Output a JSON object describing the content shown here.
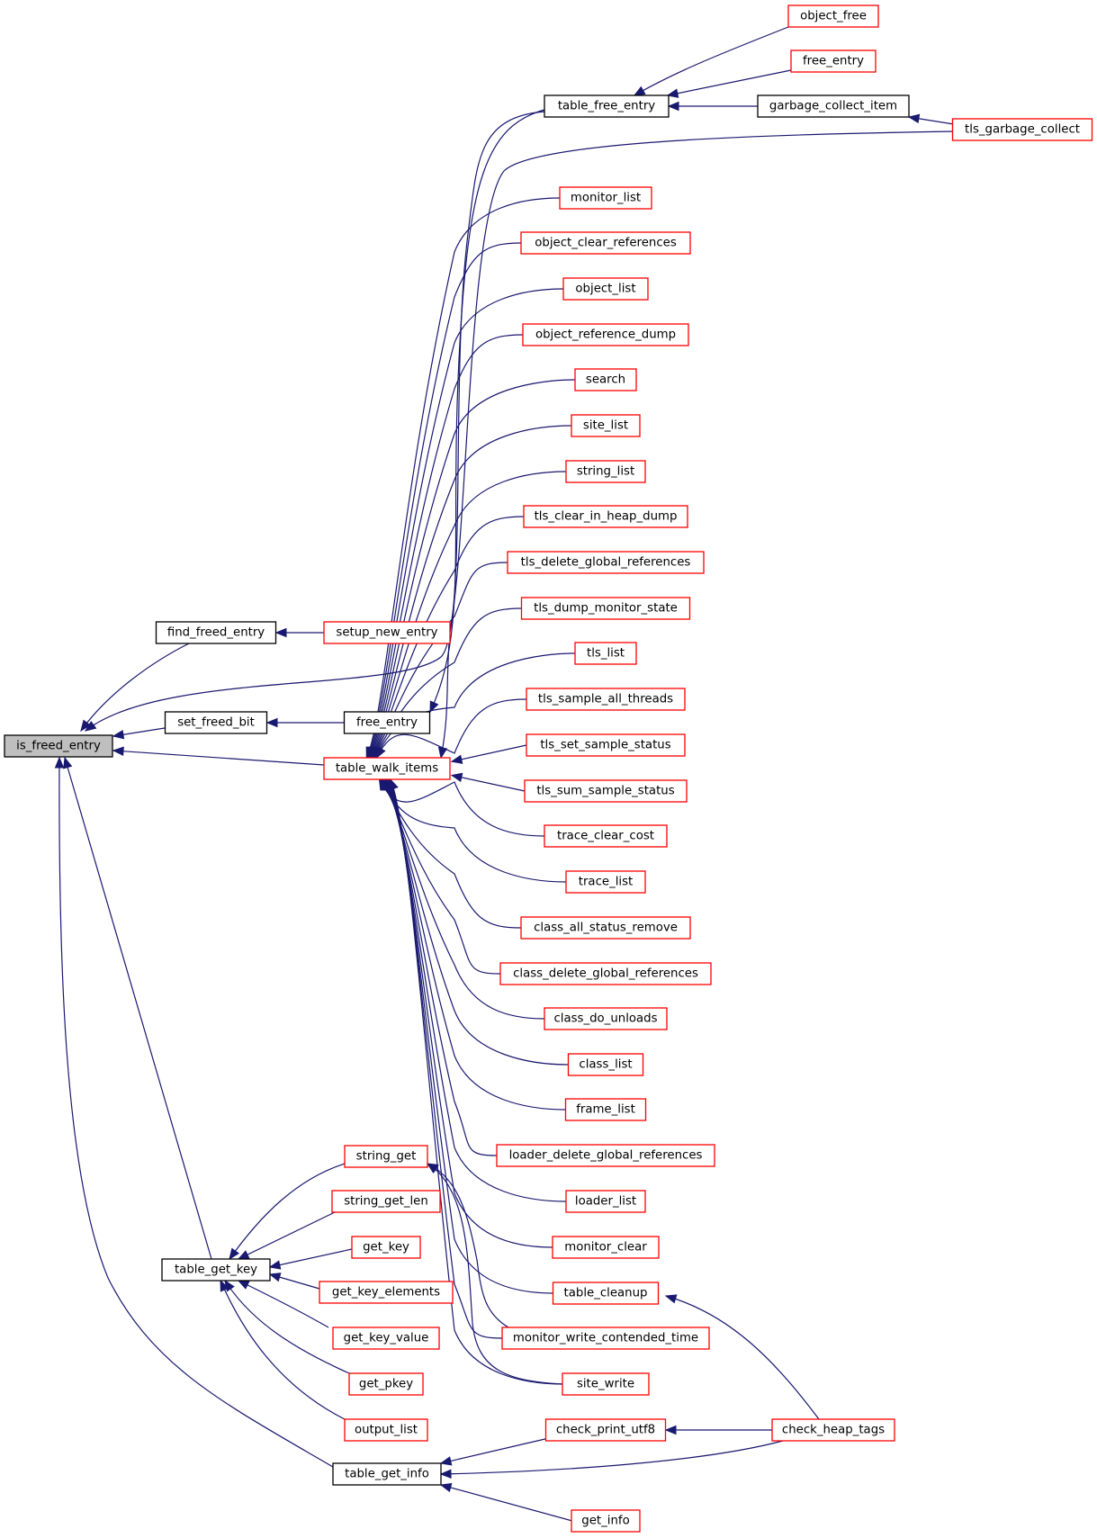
{
  "graph": {
    "title": "is_freed_entry caller graph",
    "edge_color": "#191970",
    "nodes": [
      {
        "id": "is_freed_entry",
        "label": "is_freed_entry",
        "style": "root"
      },
      {
        "id": "find_freed_entry",
        "label": "find_freed_entry",
        "style": "black"
      },
      {
        "id": "setup_new_entry",
        "label": "setup_new_entry",
        "style": "red"
      },
      {
        "id": "set_freed_bit",
        "label": "set_freed_bit",
        "style": "black"
      },
      {
        "id": "free_entry_mid",
        "label": "free_entry",
        "style": "black"
      },
      {
        "id": "table_walk_items",
        "label": "table_walk_items",
        "style": "red"
      },
      {
        "id": "table_get_key",
        "label": "table_get_key",
        "style": "black"
      },
      {
        "id": "table_get_info",
        "label": "table_get_info",
        "style": "black"
      },
      {
        "id": "table_free_entry",
        "label": "table_free_entry",
        "style": "black"
      },
      {
        "id": "object_free",
        "label": "object_free",
        "style": "red"
      },
      {
        "id": "free_entry_top",
        "label": "free_entry",
        "style": "red"
      },
      {
        "id": "garbage_collect_item",
        "label": "garbage_collect_item",
        "style": "black"
      },
      {
        "id": "tls_garbage_collect",
        "label": "tls_garbage_collect",
        "style": "red"
      },
      {
        "id": "monitor_list",
        "label": "monitor_list",
        "style": "red"
      },
      {
        "id": "object_clear_references",
        "label": "object_clear_references",
        "style": "red"
      },
      {
        "id": "object_list",
        "label": "object_list",
        "style": "red"
      },
      {
        "id": "object_reference_dump",
        "label": "object_reference_dump",
        "style": "red"
      },
      {
        "id": "search",
        "label": "search",
        "style": "red"
      },
      {
        "id": "site_list",
        "label": "site_list",
        "style": "red"
      },
      {
        "id": "string_list",
        "label": "string_list",
        "style": "red"
      },
      {
        "id": "tls_clear_in_heap_dump",
        "label": "tls_clear_in_heap_dump",
        "style": "red"
      },
      {
        "id": "tls_delete_global_references",
        "label": "tls_delete_global_references",
        "style": "red"
      },
      {
        "id": "tls_dump_monitor_state",
        "label": "tls_dump_monitor_state",
        "style": "red"
      },
      {
        "id": "tls_list",
        "label": "tls_list",
        "style": "red"
      },
      {
        "id": "tls_sample_all_threads",
        "label": "tls_sample_all_threads",
        "style": "red"
      },
      {
        "id": "tls_set_sample_status",
        "label": "tls_set_sample_status",
        "style": "red"
      },
      {
        "id": "tls_sum_sample_status",
        "label": "tls_sum_sample_status",
        "style": "red"
      },
      {
        "id": "trace_clear_cost",
        "label": "trace_clear_cost",
        "style": "red"
      },
      {
        "id": "trace_list",
        "label": "trace_list",
        "style": "red"
      },
      {
        "id": "class_all_status_remove",
        "label": "class_all_status_remove",
        "style": "red"
      },
      {
        "id": "class_delete_global_references",
        "label": "class_delete_global_references",
        "style": "red"
      },
      {
        "id": "class_do_unloads",
        "label": "class_do_unloads",
        "style": "red"
      },
      {
        "id": "class_list",
        "label": "class_list",
        "style": "red"
      },
      {
        "id": "frame_list",
        "label": "frame_list",
        "style": "red"
      },
      {
        "id": "loader_delete_global_references",
        "label": "loader_delete_global_references",
        "style": "red"
      },
      {
        "id": "loader_list",
        "label": "loader_list",
        "style": "red"
      },
      {
        "id": "monitor_clear",
        "label": "monitor_clear",
        "style": "red"
      },
      {
        "id": "table_cleanup",
        "label": "table_cleanup",
        "style": "red"
      },
      {
        "id": "monitor_write_contended_time",
        "label": "monitor_write_contended_time",
        "style": "red"
      },
      {
        "id": "site_write",
        "label": "site_write",
        "style": "red"
      },
      {
        "id": "string_get",
        "label": "string_get",
        "style": "red"
      },
      {
        "id": "string_get_len",
        "label": "string_get_len",
        "style": "red"
      },
      {
        "id": "get_key",
        "label": "get_key",
        "style": "red"
      },
      {
        "id": "get_key_elements",
        "label": "get_key_elements",
        "style": "red"
      },
      {
        "id": "get_key_value",
        "label": "get_key_value",
        "style": "red"
      },
      {
        "id": "get_pkey",
        "label": "get_pkey",
        "style": "red"
      },
      {
        "id": "output_list",
        "label": "output_list",
        "style": "red"
      },
      {
        "id": "check_print_utf8",
        "label": "check_print_utf8",
        "style": "red"
      },
      {
        "id": "check_heap_tags",
        "label": "check_heap_tags",
        "style": "red"
      },
      {
        "id": "get_info",
        "label": "get_info",
        "style": "red"
      }
    ],
    "edges": [
      [
        "find_freed_entry",
        "is_freed_entry"
      ],
      [
        "table_free_entry",
        "is_freed_entry"
      ],
      [
        "set_freed_bit",
        "is_freed_entry"
      ],
      [
        "table_walk_items",
        "is_freed_entry"
      ],
      [
        "table_get_key",
        "is_freed_entry"
      ],
      [
        "table_get_info",
        "is_freed_entry"
      ],
      [
        "setup_new_entry",
        "find_freed_entry"
      ],
      [
        "free_entry_mid",
        "set_freed_bit"
      ],
      [
        "object_free",
        "table_free_entry"
      ],
      [
        "free_entry_top",
        "table_free_entry"
      ],
      [
        "garbage_collect_item",
        "table_free_entry"
      ],
      [
        "tls_garbage_collect",
        "garbage_collect_item"
      ],
      [
        "tls_garbage_collect",
        "table_walk_items"
      ],
      [
        "table_free_entry",
        "free_entry_mid"
      ],
      [
        "monitor_list",
        "table_walk_items"
      ],
      [
        "object_clear_references",
        "table_walk_items"
      ],
      [
        "object_list",
        "table_walk_items"
      ],
      [
        "object_reference_dump",
        "table_walk_items"
      ],
      [
        "search",
        "table_walk_items"
      ],
      [
        "site_list",
        "table_walk_items"
      ],
      [
        "string_list",
        "table_walk_items"
      ],
      [
        "tls_clear_in_heap_dump",
        "table_walk_items"
      ],
      [
        "tls_delete_global_references",
        "table_walk_items"
      ],
      [
        "tls_dump_monitor_state",
        "table_walk_items"
      ],
      [
        "tls_list",
        "table_walk_items"
      ],
      [
        "tls_sample_all_threads",
        "table_walk_items"
      ],
      [
        "tls_set_sample_status",
        "table_walk_items"
      ],
      [
        "tls_sum_sample_status",
        "table_walk_items"
      ],
      [
        "trace_clear_cost",
        "table_walk_items"
      ],
      [
        "trace_list",
        "table_walk_items"
      ],
      [
        "class_all_status_remove",
        "table_walk_items"
      ],
      [
        "class_delete_global_references",
        "table_walk_items"
      ],
      [
        "class_do_unloads",
        "table_walk_items"
      ],
      [
        "class_list",
        "table_walk_items"
      ],
      [
        "frame_list",
        "table_walk_items"
      ],
      [
        "loader_delete_global_references",
        "table_walk_items"
      ],
      [
        "loader_list",
        "table_walk_items"
      ],
      [
        "monitor_clear",
        "table_walk_items"
      ],
      [
        "table_cleanup",
        "table_walk_items"
      ],
      [
        "monitor_write_contended_time",
        "table_walk_items"
      ],
      [
        "site_write",
        "table_walk_items"
      ],
      [
        "monitor_write_contended_time",
        "string_get"
      ],
      [
        "site_write",
        "string_get"
      ],
      [
        "string_get",
        "table_get_key"
      ],
      [
        "string_get_len",
        "table_get_key"
      ],
      [
        "get_key",
        "table_get_key"
      ],
      [
        "get_key_elements",
        "table_get_key"
      ],
      [
        "get_key_value",
        "table_get_key"
      ],
      [
        "get_pkey",
        "table_get_key"
      ],
      [
        "output_list",
        "table_get_key"
      ],
      [
        "check_heap_tags",
        "table_cleanup"
      ],
      [
        "check_print_utf8",
        "table_get_info"
      ],
      [
        "check_heap_tags",
        "table_get_info"
      ],
      [
        "get_info",
        "table_get_info"
      ],
      [
        "check_heap_tags",
        "check_print_utf8"
      ]
    ]
  }
}
